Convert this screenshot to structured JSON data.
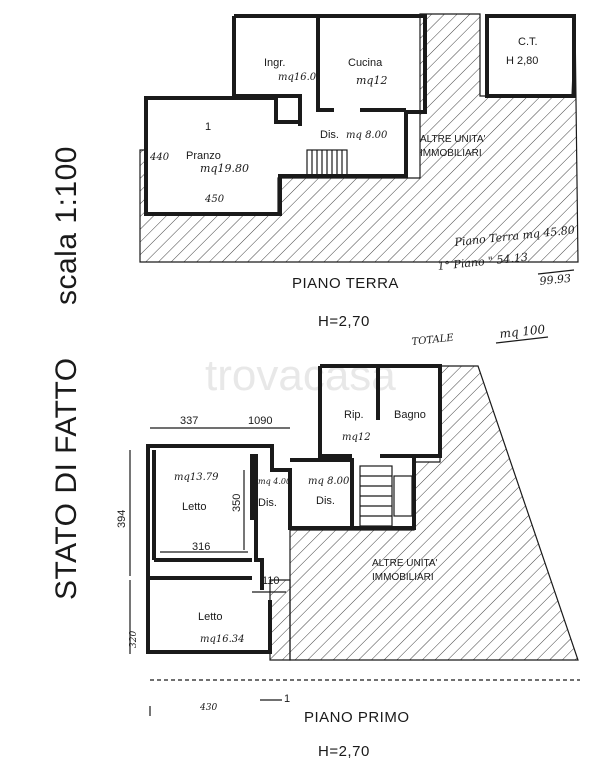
{
  "side_title": {
    "main": "STATO DI FATTO",
    "scale": "scala 1:100"
  },
  "watermark": "trovacasa",
  "ground_floor": {
    "title": "PIANO TERRA",
    "height": "H=2,70",
    "rooms": {
      "ingr": "Ingr.",
      "ingr_area": "mq16.0",
      "cucina": "Cucina",
      "cucina_area": "mq12",
      "ct": "C.T.",
      "ct_height": "H 2,80",
      "pranzo": "Pranzo",
      "pranzo_area": "mq19.80",
      "dis": "Dis.",
      "dis_area": "mq 8.00",
      "altre1": "ALTRE UNITA'",
      "altre2": "IMMOBILIARI"
    },
    "dims": {
      "pranzo_h": "440",
      "pranzo_w": "450",
      "mark_1": "1"
    }
  },
  "notes": {
    "line1": "Piano Terra mq 45.80",
    "line2": "1° Piano   \" 54.13",
    "line3": "99.93",
    "totale_label": "TOTALE",
    "totale_value": "mq 100"
  },
  "first_floor": {
    "title": "PIANO PRIMO",
    "height": "H=2,70",
    "rooms": {
      "rip": "Rip.",
      "rip_area": "mq12",
      "bagno": "Bagno",
      "letto1": "Letto",
      "letto1_area": "mq13.79",
      "dis_small": "Dis.",
      "dis_small_area": "mq 4.00",
      "dis": "Dis.",
      "dis_area": "mq 8.00",
      "letto2": "Letto",
      "letto2_area": "mq16.34",
      "altre1": "ALTRE UNITA'",
      "altre2": "IMMOBILIARI"
    },
    "dims": {
      "d337": "337",
      "d1090": "1090",
      "d394": "394",
      "d350": "350",
      "d316": "316",
      "d110": "110",
      "d320": "320",
      "d430": "430",
      "mark_1": "1"
    }
  }
}
